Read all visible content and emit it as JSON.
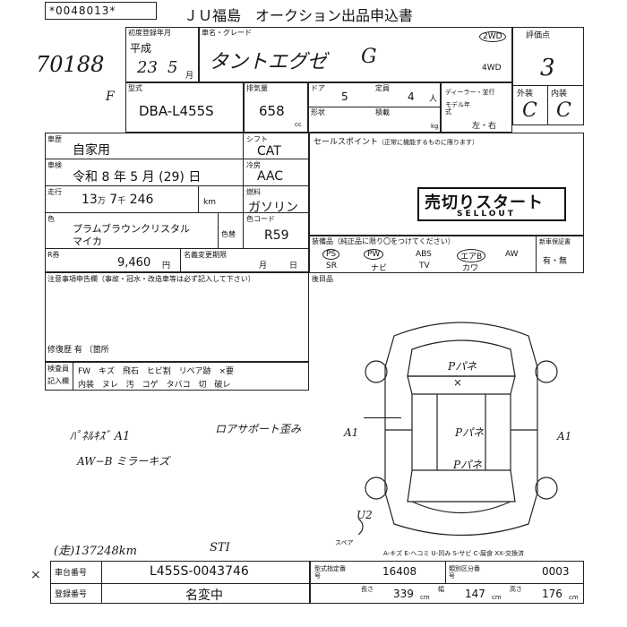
{
  "header": {
    "serial": "*0048013*",
    "auction_title": "ＪＵ福島　オークション出品申込書",
    "lot_number": "70188",
    "lot_suffix": "F"
  },
  "first_registration": {
    "label": "初度登録年月",
    "era": "平成",
    "year": "23",
    "month": "5",
    "month_unit": "月"
  },
  "vehicle": {
    "name_label": "車名・グレード",
    "name": "タントエグゼ",
    "grade": "G",
    "drive_2wd": "2WD",
    "drive_4wd": "4WD",
    "model_label": "型式",
    "model": "DBA-L455S",
    "displacement_label": "排気量",
    "displacement": "658",
    "displacement_unit": "cc",
    "doors_label": "ドア",
    "doors": "5",
    "capacity_label": "定員",
    "capacity": "4",
    "capacity_unit": "人",
    "form_label": "形状",
    "load_label": "積載",
    "load_unit": "kg",
    "dealer_label": "ディーラー・並行",
    "model_year_label": "モデル年式",
    "handle_label": "左・右"
  },
  "grades": {
    "score_label": "評価点",
    "score": "3",
    "exterior_label": "外装",
    "exterior": "C",
    "interior_label": "内装",
    "interior": "C"
  },
  "usage": {
    "label": "車歴",
    "value": "自家用",
    "shift_label": "シフト",
    "shift": "CAT",
    "inspection_label": "車検",
    "inspection": [
      "令和",
      "8",
      "年",
      "5",
      "月",
      "(29)",
      "日"
    ],
    "ac_label": "冷房",
    "ac": "AAC",
    "mileage_label": "走行",
    "mileage_man": "13",
    "mileage_man_unit": "万",
    "mileage_sen": "7",
    "mileage_sen_unit": "千",
    "mileage_rest": "246",
    "mileage_unit": "km",
    "fuel_label": "燃料",
    "fuel": "ガソリン",
    "color_label": "色",
    "color_line1": "プラムブラウンクリスタル",
    "color_line2": "マイカ",
    "color_code_label": "色替",
    "color_no_label": "色コード",
    "color_code": "R59",
    "recycle_label": "R券",
    "recycle": "9,460",
    "recycle_unit": "円",
    "title_due_label": "名義変更期限",
    "title_due_month": "月",
    "title_due_day": "日"
  },
  "notes": {
    "notes_label": "注意事項申告欄",
    "notes_hint": "（事故・冠水・改造車等は必ず記入して下さい）",
    "repair_label": "修復歴",
    "repair_value": "有",
    "repair_loc": "〔箇所",
    "inspector_label": "検査員",
    "entry_label": "記入欄",
    "row1": [
      "FW",
      "キズ",
      "飛石",
      "ヒビ割",
      "リペア跡",
      "×要"
    ],
    "row2": [
      "内装",
      "ヌレ",
      "汚",
      "コゲ",
      "タバコ",
      "切",
      "破レ"
    ]
  },
  "selling_point": {
    "label": "セールスポイント",
    "hint": "（正常に機能するものに限ります）",
    "stamp_main": "売切りスタート",
    "stamp_sub": "SELLOUT"
  },
  "equipment": {
    "label": "装備品",
    "hint": "（純正品に限り〇をつけてください）",
    "items": [
      "PS",
      "PW",
      "ABS",
      "エアB",
      "AW"
    ],
    "items2": [
      "SR",
      "ナビ",
      "TV",
      "カワ"
    ],
    "warranty_label": "新車保証書",
    "warranty": "有・無",
    "rear_seat_label": "後目品"
  },
  "handwritten": {
    "front_left": "ﾊﾟﾈﾙｷｽﾞ A1",
    "left_2": "AW−B ミラーキズ",
    "pillar": "ロアサポート歪み",
    "a1": "A1",
    "panel_top": "Pパネ",
    "panel_mid": "Pパネ",
    "panel_rear": "Pパネ",
    "u2": "U2",
    "a1_right": "A1",
    "x": "×",
    "bottom_note": "(走)137248km",
    "sti": "STI"
  },
  "diagram_legend": {
    "spare": "スペア",
    "legend": "A-キズ E-ヘコミ U-凹み S-サビ C-腐食 XX-交換済"
  },
  "bottom": {
    "chassis_label": "車台番号",
    "chassis": "L455S-0043746",
    "reg_label": "登録番号",
    "reg": "名変中",
    "category_label": "類別区分番号",
    "model_designation_label": "型式指定番号",
    "model_designation": "16408",
    "category": "0003",
    "length_label": "長さ",
    "length": "339",
    "width_label": "幅",
    "width": "147",
    "height_label": "高さ",
    "height": "176",
    "unit": "cm",
    "x_mark": "×"
  }
}
